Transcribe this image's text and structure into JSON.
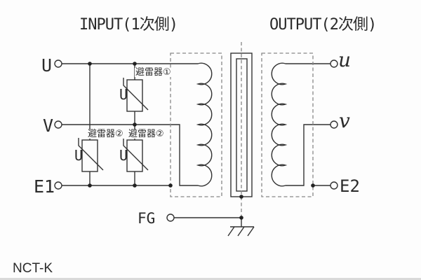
{
  "title_block": {
    "input": "INPUT(1次側)",
    "output": "OUTPUT(2次側)"
  },
  "terminals": {
    "primary": {
      "u": "U",
      "v": "V",
      "earth": "E1"
    },
    "secondary": {
      "u": "u",
      "v": "v",
      "earth": "E2"
    },
    "frame_ground": "FG"
  },
  "arresters": {
    "arrester1": "避雷器①",
    "arrester2_left": "避雷器②",
    "arrester2_right": "避雷器②",
    "varistor_mark": "U"
  },
  "model": "NCT-K",
  "colors": {
    "line": "#333333",
    "dash": "#888888",
    "text": "#2b2b2b",
    "background": "#fdfdfd"
  }
}
